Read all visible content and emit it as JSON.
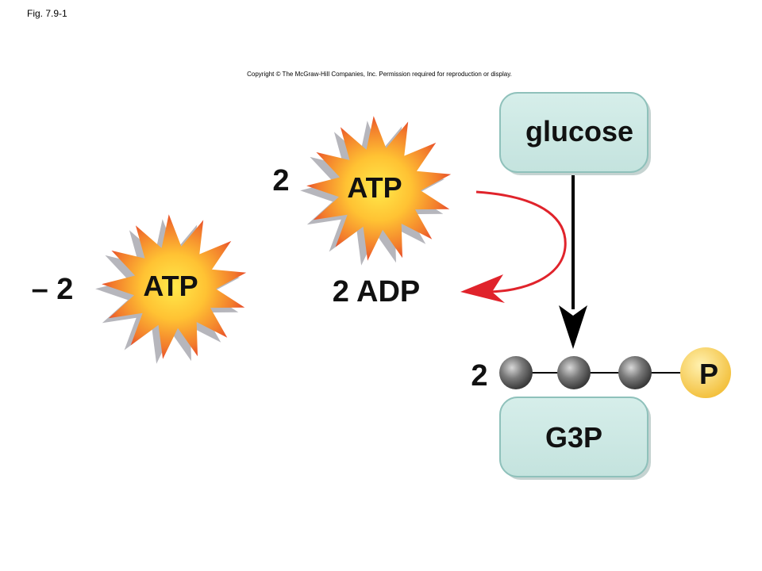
{
  "figure_label": "Fig. 7.9-1",
  "copyright": "Copyright © The McGraw-Hill Companies, Inc. Permission required for reproduction or display.",
  "glucose_label": "glucose",
  "g3p_label": "G3P",
  "g3p_count": "2",
  "phosphate_label": "P",
  "atp_input": {
    "count": "2",
    "label": "ATP"
  },
  "adp_output": "2 ADP",
  "net_atp": {
    "count": "– 2",
    "label": "ATP"
  },
  "colors": {
    "box_fill": "#cfe9e5",
    "box_stroke": "#7fb8b2",
    "arrow_red": "#e0232b",
    "arrow_black": "#000000",
    "carbon_gray": "#6b6b6b",
    "phosphate_yellow": "#f7cf52"
  }
}
